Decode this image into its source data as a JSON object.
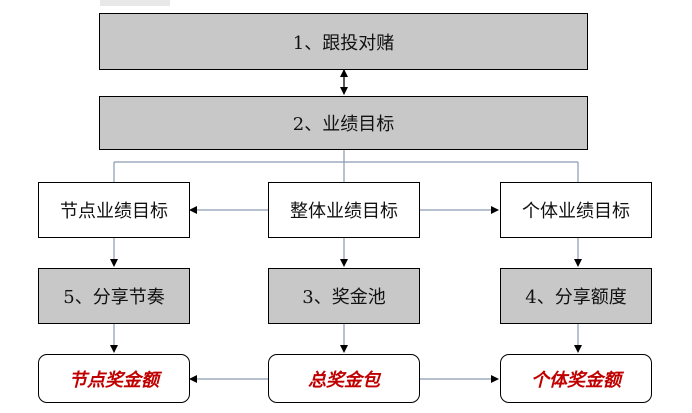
{
  "boxes": {
    "b1": "1、跟投对赌",
    "b2": "2、业绩目标",
    "node_target": "节点业绩目标",
    "overall_target": "整体业绩目标",
    "individual_target": "个体业绩目标",
    "b5": "5、分享节奏",
    "b3": "3、奖金池",
    "b4": "4、分享额度",
    "node_bonus": "节点奖金额",
    "total_bonus": "总奖金包",
    "individual_bonus": "个体奖金额"
  },
  "colors": {
    "process_fill": "#c8c8c8",
    "border": "#000000",
    "connector": "#8a9bb0",
    "outcome_text": "#c00000"
  }
}
